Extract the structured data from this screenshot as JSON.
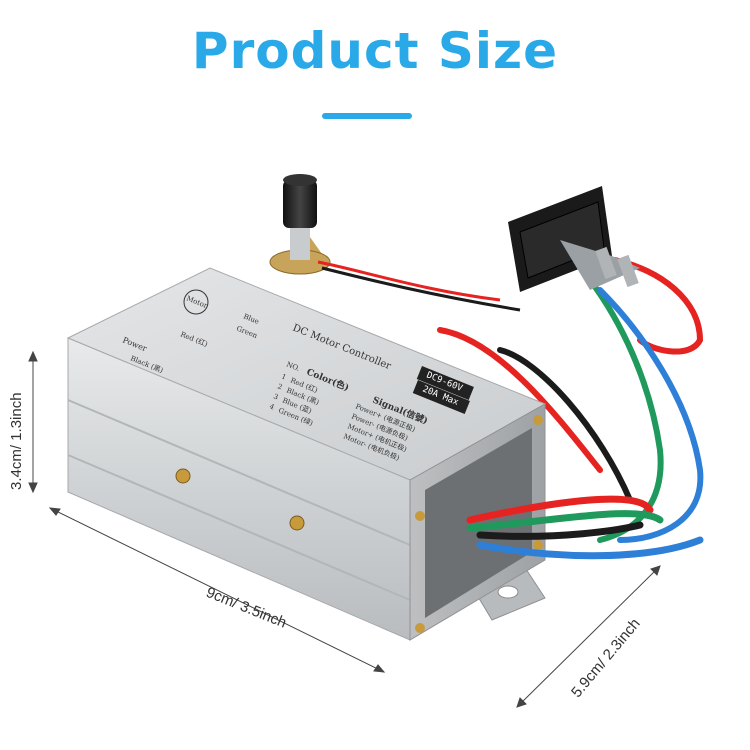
{
  "title": "Product Size",
  "colors": {
    "accent": "#29a9e8",
    "housing": "#d7d9db",
    "wire_red": "#e52421",
    "wire_black": "#1b1b1b",
    "wire_blue": "#2d7fd8",
    "wire_green": "#1f9a5c"
  },
  "dimensions": {
    "length": "9cm/ 3.5inch",
    "height": "3.4cm/ 1.3inch",
    "width": "5.9cm/ 2.3inch"
  },
  "label": {
    "heading": "DC Motor Controller",
    "rating_voltage": "DC9-60V",
    "rating_current": "20A Max",
    "table_no": "NO.",
    "table_color": "Color(色)",
    "table_signal": "Signal(信號)",
    "rows": [
      {
        "no": "1",
        "color": "Red (红)",
        "signal": "Power+ (电源正极)"
      },
      {
        "no": "2",
        "color": "Black (黑)",
        "signal": "Power- (电源负极)"
      },
      {
        "no": "3",
        "color": "Blue (蓝)",
        "signal": "Motor+ (电机正极)"
      },
      {
        "no": "4",
        "color": "Green (绿)",
        "signal": "Motor- (电机负极)"
      }
    ],
    "diagram_motor": "Motor",
    "diagram_blue": "Blue",
    "diagram_green": "Green",
    "diagram_red": "Red (红)",
    "diagram_power": "Power",
    "diagram_black": "Black (黑)"
  }
}
